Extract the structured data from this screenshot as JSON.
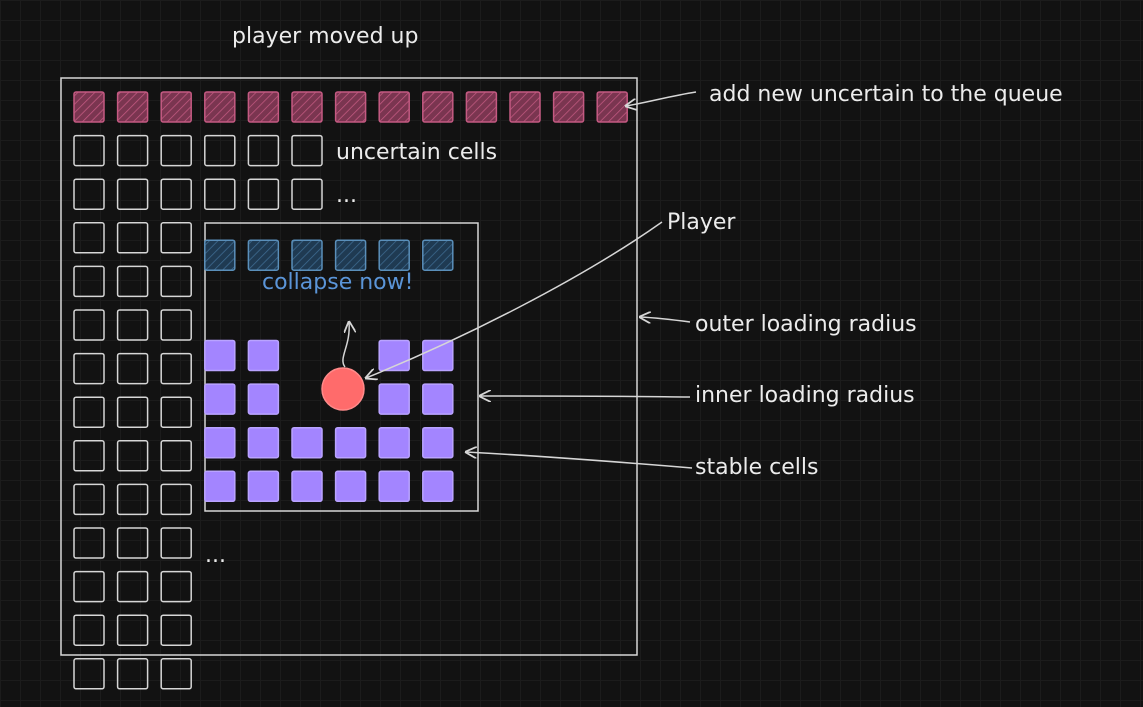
{
  "labels": {
    "title": "player moved up",
    "add_uncertain": "add new uncertain to the queue",
    "uncertain_cells": "uncertain cells",
    "ellipsis_top": "...",
    "ellipsis_bottom": "...",
    "player": "Player",
    "collapse_now": "collapse now!",
    "outer_radius": "outer loading radius",
    "inner_radius": "inner loading radius",
    "stable_cells": "stable cells"
  },
  "colors": {
    "stroke": "#d6d6d6",
    "uncertain_new_fill": "#7a3550",
    "collapse_fill": "#1f3a52",
    "stable_fill": "#a385ff",
    "player_fill": "#ff6b6b",
    "accent_blue": "#5b95d8"
  }
}
